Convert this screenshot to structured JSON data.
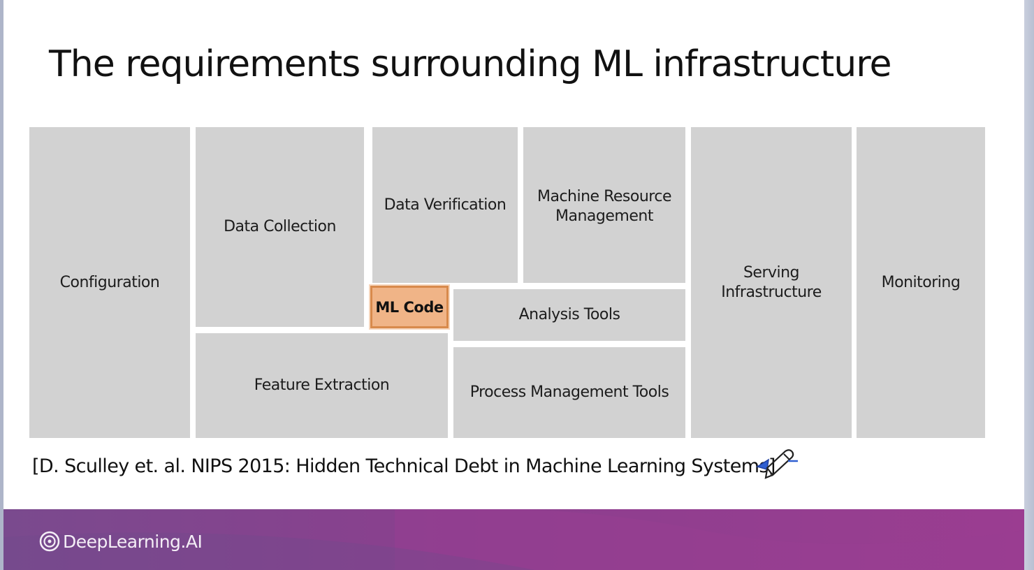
{
  "slide": {
    "title": "The requirements surrounding ML infrastructure",
    "citation": "[D. Sculley et. al. NIPS 2015: Hidden Technical Debt in Machine Learning Systems]",
    "brand": "DeepLearning.AI"
  },
  "diagram": {
    "blocks": {
      "configuration": "Configuration",
      "data_collection": "Data Collection",
      "data_verification": "Data Verification",
      "machine_resource_management": "Machine Resource\nManagement",
      "serving_infrastructure": "Serving\nInfrastructure",
      "monitoring": "Monitoring",
      "ml_code": "ML Code",
      "analysis_tools": "Analysis Tools",
      "feature_extraction": "Feature Extraction",
      "process_management_tools": "Process Management Tools"
    }
  },
  "colors": {
    "block_fill": "#d2d2d2",
    "ml_code_fill": "#f0b487",
    "ml_code_border": "#d88a4c",
    "footer_purple": "#8b3f8e"
  },
  "icons": {
    "annotation": "pen-icon",
    "logo": "deeplearning-logo-icon"
  }
}
